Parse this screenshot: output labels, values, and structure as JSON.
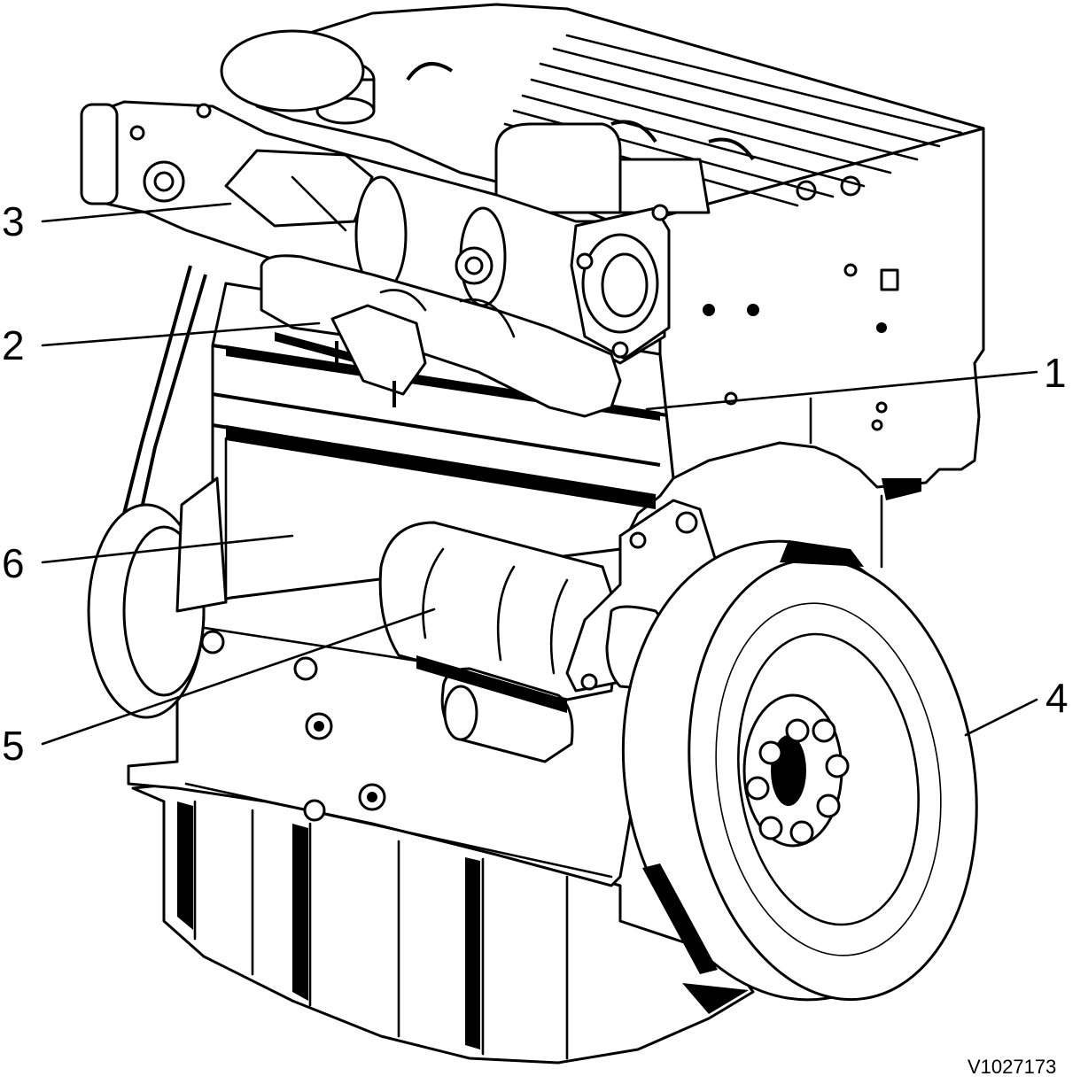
{
  "figure": {
    "id": "V1027173",
    "callouts": [
      {
        "number": "1"
      },
      {
        "number": "2"
      },
      {
        "number": "3"
      },
      {
        "number": "4"
      },
      {
        "number": "5"
      },
      {
        "number": "6"
      }
    ]
  }
}
